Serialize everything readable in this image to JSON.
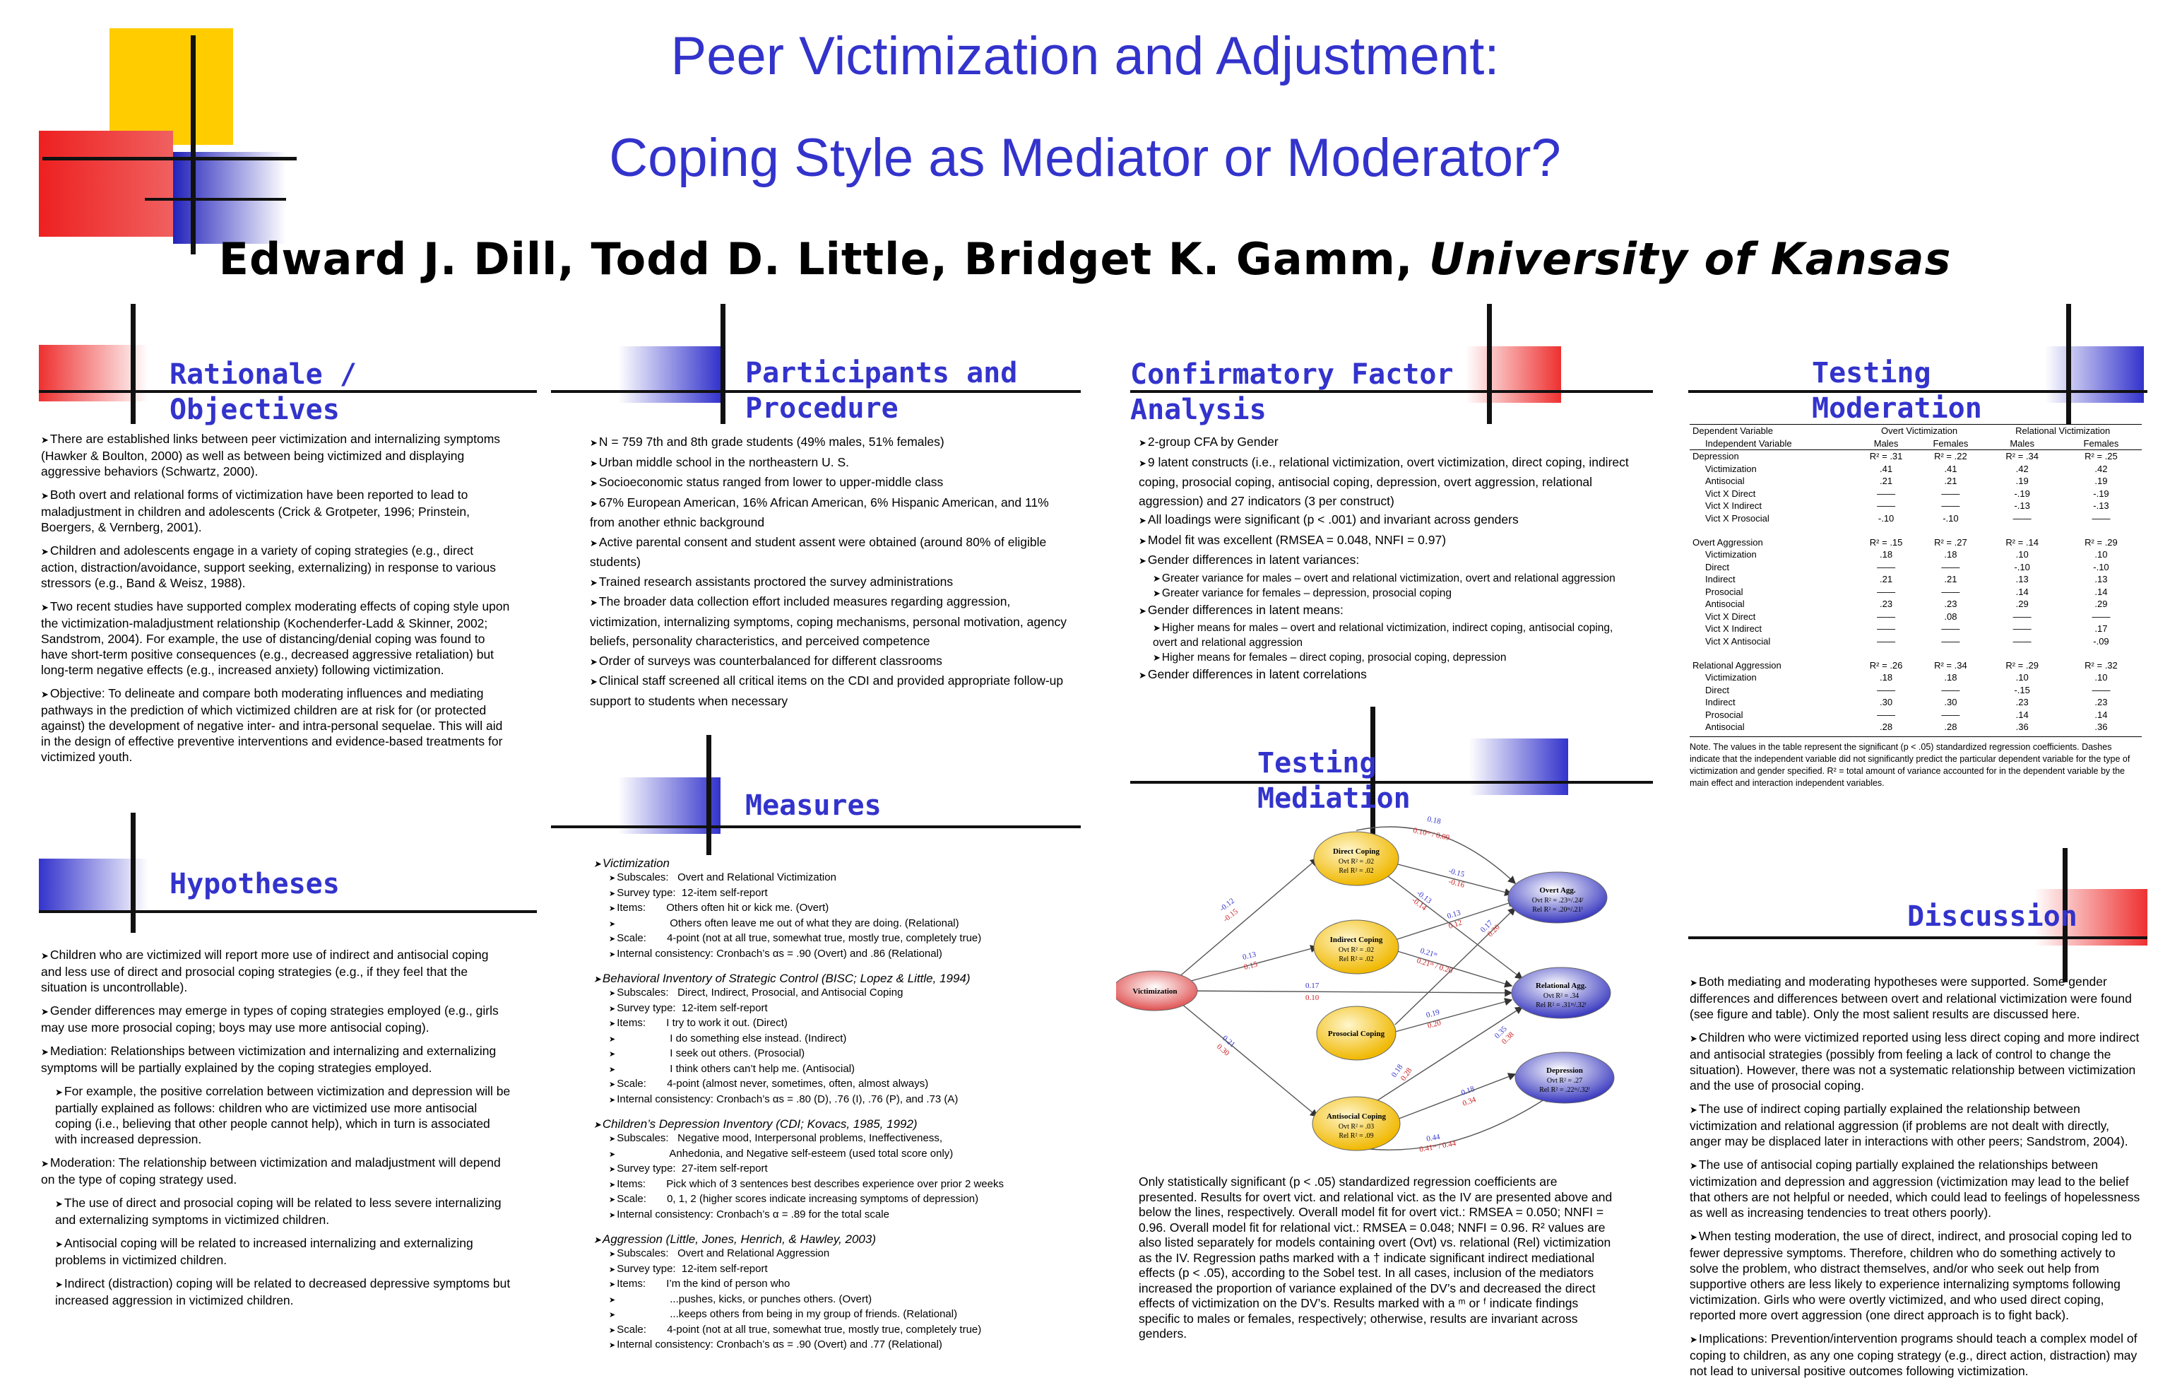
{
  "title": {
    "line1": "Peer Victimization and Adjustment:",
    "line2": "Coping Style as Mediator or Moderator?"
  },
  "authors": "Edward J. Dill, Todd D. Little, Bridget K. Gamm,",
  "affiliation": "University of Kansas",
  "colors": {
    "title_blue": "#3333cc",
    "accent_red": "#ee3030",
    "accent_yellow": "#ffcc00"
  },
  "rationale": {
    "heading": [
      "Rationale /",
      "Objectives"
    ],
    "items": [
      "There are established links between peer victimization and internalizing symptoms (Hawker & Boulton, 2000) as well as between being victimized and displaying aggressive behaviors (Schwartz, 2000).",
      "Both overt and relational forms of victimization have been reported to lead to maladjustment in children and adolescents (Crick & Grotpeter, 1996; Prinstein, Boergers, & Vernberg, 2001).",
      "Children and adolescents engage in a variety of coping strategies (e.g., direct action, distraction/avoidance, support seeking, externalizing) in response to various stressors (e.g., Band & Weisz, 1988).",
      "Two recent studies have supported complex moderating effects of coping style upon the victimization-maladjustment relationship (Kochenderfer-Ladd & Skinner, 2002; Sandstrom, 2004). For example, the use of distancing/denial coping was found to have short-term positive consequences (e.g., decreased aggressive retaliation) but long-term negative effects (e.g., increased anxiety) following victimization.",
      "Objective: To delineate and compare both moderating influences and mediating pathways in the prediction of which victimized children are at risk for (or protected against) the development of negative inter- and intra-personal sequelae. This will aid in the design of effective preventive interventions and evidence-based treatments for victimized youth."
    ]
  },
  "hypotheses": {
    "heading": "Hypotheses",
    "items": [
      {
        "indent": false,
        "text": "Children who are victimized will report more use of indirect and antisocial coping and less use of direct and prosocial coping strategies (e.g., if they feel that the situation is uncontrollable)."
      },
      {
        "indent": false,
        "text": "Gender differences may emerge in types of coping strategies employed (e.g., girls may use more prosocial coping; boys may use more antisocial coping)."
      },
      {
        "indent": false,
        "text": "Mediation: Relationships between victimization and internalizing and externalizing symptoms will be partially explained by the coping strategies employed."
      },
      {
        "indent": true,
        "text": "For example, the positive correlation between victimization and depression will be partially explained as follows: children who are victimized use more antisocial coping (i.e., believing that other people cannot help), which in turn is associated with increased depression."
      },
      {
        "indent": false,
        "text": "Moderation: The relationship between victimization and maladjustment will depend on the type of coping strategy used."
      },
      {
        "indent": true,
        "text": "The use of direct and prosocial coping will be related to less severe internalizing and externalizing symptoms in victimized children."
      },
      {
        "indent": true,
        "text": "Antisocial coping will be related to increased internalizing and externalizing problems in victimized children."
      },
      {
        "indent": true,
        "text": "Indirect (distraction) coping will be related to decreased depressive symptoms but increased aggression in victimized children."
      }
    ]
  },
  "participants": {
    "heading": [
      "Participants and",
      "Procedure"
    ],
    "items": [
      "N = 759 7th and 8th grade students (49% males, 51% females)",
      "Urban middle school in the northeastern U. S.",
      "Socioeconomic status ranged from lower to upper-middle class",
      "67% European American, 16% African American, 6% Hispanic American, and 11% from another ethnic background",
      "Active parental consent and student assent were obtained (around 80% of eligible students)",
      "Trained research assistants proctored the survey administrations",
      "The broader data collection effort included measures regarding aggression, victimization, internalizing symptoms, coping mechanisms, personal motivation, agency beliefs, personality characteristics, and perceived competence",
      "Order of surveys was counterbalanced for different classrooms",
      "Clinical staff screened all critical items on the CDI and provided appropriate follow-up support to students when necessary"
    ]
  },
  "measures": {
    "heading": "Measures",
    "blocks": [
      {
        "name": "Victimization",
        "rows": [
          "Subscales:   Overt and Relational Victimization",
          "Survey type:  12-item self-report",
          "Items:       Others often hit or kick me. (Overt)",
          "                  Others often leave me out of what they are doing. (Relational)",
          "Scale:       4-point (not at all true, somewhat true, mostly true, completely true)",
          "Internal consistency: Cronbach’s αs = .90 (Overt) and .86 (Relational)"
        ]
      },
      {
        "name": "Behavioral Inventory of Strategic Control (BISC; Lopez & Little, 1994)",
        "rows": [
          "Subscales:   Direct, Indirect, Prosocial, and Antisocial Coping",
          "Survey type:  12-item self-report",
          "Items:       I try to work it out. (Direct)",
          "                  I do something else instead. (Indirect)",
          "                  I seek out others. (Prosocial)",
          "                  I think others can’t help me. (Antisocial)",
          "Scale:       4-point (almost never, sometimes, often, almost always)",
          "Internal consistency: Cronbach’s αs = .80 (D), .76 (I), .76 (P), and .73 (A)"
        ]
      },
      {
        "name": "Children’s Depression Inventory (CDI; Kovacs, 1985, 1992)",
        "rows": [
          "Subscales:   Negative mood, Interpersonal problems, Ineffectiveness,",
          "                  Anhedonia, and Negative self-esteem (used total score only)",
          "Survey type:  27-item self-report",
          "Items:       Pick which of 3 sentences best describes experience over prior 2 weeks",
          "Scale:       0, 1, 2 (higher scores indicate increasing symptoms of depression)",
          "Internal consistency: Cronbach’s α = .89 for the total scale"
        ]
      },
      {
        "name": "Aggression (Little, Jones, Henrich, & Hawley, 2003)",
        "rows": [
          "Subscales:   Overt and Relational Aggression",
          "Survey type:  12-item self-report",
          "Items:       I’m the kind of person who",
          "                  ...pushes, kicks, or punches others. (Overt)",
          "                  ...keeps others from being in my group of friends. (Relational)",
          "Scale:       4-point (not at all true, somewhat true, mostly true, completely true)",
          "Internal consistency: Cronbach’s αs = .90 (Overt) and .77 (Relational)"
        ]
      }
    ]
  },
  "cfa": {
    "heading": [
      "Confirmatory Factor",
      "Analysis"
    ],
    "items": [
      {
        "level": 0,
        "text": "2-group CFA by Gender"
      },
      {
        "level": 0,
        "text": "9 latent constructs (i.e., relational victimization, overt victimization, direct coping, indirect coping, prosocial coping, antisocial coping, depression, overt aggression, relational aggression) and 27 indicators (3 per construct)"
      },
      {
        "level": 0,
        "text": "All loadings were significant (p < .001) and invariant across genders"
      },
      {
        "level": 0,
        "text": "Model fit was excellent (RMSEA = 0.048, NNFI = 0.97)"
      },
      {
        "level": 0,
        "text": "Gender differences in latent variances:"
      },
      {
        "level": 1,
        "text": "Greater variance for males – overt and relational victimization, overt and relational aggression"
      },
      {
        "level": 1,
        "text": "Greater variance for females – depression, prosocial coping"
      },
      {
        "level": 0,
        "text": "Gender differences in latent means:"
      },
      {
        "level": 1,
        "text": "Higher means for males – overt and relational victimization, indirect coping, antisocial coping, overt and relational aggression"
      },
      {
        "level": 1,
        "text": "Higher means for females – direct coping, prosocial coping, depression"
      },
      {
        "level": 0,
        "text": "Gender differences in latent correlations"
      }
    ]
  },
  "mediation": {
    "heading": [
      "Testing",
      "Mediation"
    ],
    "nodes": {
      "victimization": "Victimization",
      "direct": {
        "name": "Direct Coping",
        "ovt": "Ovt R² = .02",
        "rel": "Rel R² = .02"
      },
      "indirect": {
        "name": "Indirect Coping",
        "ovt": "Ovt R² = .02",
        "rel": "Rel R² = .02"
      },
      "prosocial": {
        "name": "Prosocial Coping"
      },
      "antisocial": {
        "name": "Antisocial Coping",
        "ovt": "Ovt R² = .03",
        "rel": "Rel R² = .09"
      },
      "overt_agg": {
        "name": "Overt Agg.",
        "ovt": "Ovt R² = .23ᵐ/.24ᶠ",
        "rel": "Rel R² = .20ᵐ/.21ᶠ"
      },
      "rel_agg": {
        "name": "Relational Agg.",
        "ovt": "Ovt R² = .34",
        "rel": "Rel R² = .31ᵐ/.32ᶠ"
      },
      "depression": {
        "name": "Depression",
        "ovt": "Ovt R² = .27",
        "rel": "Rel R² = .22ᵐ/.32ᶠ"
      }
    },
    "paths": {
      "vic_direct": [
        "-0.12",
        "-0.15"
      ],
      "vic_indirect": [
        "0.13",
        "0.15"
      ],
      "vic_relagg": [
        "0.17",
        "0.10"
      ],
      "vic_antisocial": [
        "0.21",
        "0.30"
      ],
      "direct_overt_top": [
        "0.18",
        "0.10ᵐ / 0.09"
      ],
      "direct_overt": [
        "-0.15",
        "-0.16"
      ],
      "direct_relagg": [
        "-0.13",
        "-0.14"
      ],
      "indirect_overt": [
        "0.13",
        "0.12"
      ],
      "indirect_relagg": [
        "0.21ᵐ",
        "0.21ᵐ / 0.20"
      ],
      "indirect_dep": [
        "0.19",
        "0.20"
      ],
      "prosocial_overt": [
        "0.17",
        "0.20"
      ],
      "antisocial_relagg": [
        "0.18",
        "0.28"
      ],
      "antisocial_overt": [
        "0.35",
        "0.38"
      ],
      "antisocial_dep": [
        "0.18",
        "0.34"
      ],
      "antisocial_dep2": [
        "0.44",
        "0.41ᵐ / 0.44"
      ]
    },
    "caption": "Only statistically significant (p < .05) standardized regression coefficients are presented. Results for overt vict. and relational vict. as the IV are presented above and below the lines, respectively. Overall model fit for overt vict.: RMSEA = 0.050; NNFI = 0.96. Overall model fit for relational vict.: RMSEA = 0.048; NNFI = 0.96. R² values are also listed separately for models containing overt (Ovt) vs. relational (Rel) victimization as the IV. Regression paths marked with a † indicate significant indirect mediational effects (p < .05), according to the Sobel test. In all cases, inclusion of the mediators increased the proportion of variance explained of the DV’s and decreased the direct effects of victimization on the DV’s. Results marked with a ᵐ or ᶠ indicate findings specific to males or females, respectively; otherwise, results are invariant across genders."
  },
  "moderation": {
    "heading": [
      "Testing",
      "Moderation"
    ],
    "group_headers": [
      "Overt Victimization",
      "Relational Victimization"
    ],
    "col_labels": [
      "Dependent Variable",
      "Independent Variable",
      "Males",
      "Females",
      "Males",
      "Females"
    ],
    "rows": [
      {
        "dv": true,
        "label": "Depression",
        "v": [
          "R² = .31",
          "R² = .22",
          "R² = .34",
          "R² = .25"
        ]
      },
      {
        "dv": false,
        "label": "Victimization",
        "v": [
          ".41",
          ".41",
          ".42",
          ".42"
        ]
      },
      {
        "dv": false,
        "label": "Antisocial",
        "v": [
          ".21",
          ".21",
          ".19",
          ".19"
        ]
      },
      {
        "dv": false,
        "label": "Vict X Direct",
        "v": [
          "——",
          "——",
          "-.19",
          "-.19"
        ]
      },
      {
        "dv": false,
        "label": "Vict X Indirect",
        "v": [
          "——",
          "——",
          "-.13",
          "-.13"
        ]
      },
      {
        "dv": false,
        "label": "Vict X Prosocial",
        "v": [
          "-.10",
          "-.10",
          "——",
          "——"
        ]
      },
      {
        "dv": true,
        "label": "Overt Aggression",
        "v": [
          "R² = .15",
          "R² = .27",
          "R² = .14",
          "R² = .29"
        ]
      },
      {
        "dv": false,
        "label": "Victimization",
        "v": [
          ".18",
          ".18",
          ".10",
          ".10"
        ]
      },
      {
        "dv": false,
        "label": "Direct",
        "v": [
          "——",
          "——",
          "-.10",
          "-.10"
        ]
      },
      {
        "dv": false,
        "label": "Indirect",
        "v": [
          ".21",
          ".21",
          ".13",
          ".13"
        ]
      },
      {
        "dv": false,
        "label": "Prosocial",
        "v": [
          "——",
          "——",
          ".14",
          ".14"
        ]
      },
      {
        "dv": false,
        "label": "Antisocial",
        "v": [
          ".23",
          ".23",
          ".29",
          ".29"
        ]
      },
      {
        "dv": false,
        "label": "Vict X Direct",
        "v": [
          "——",
          ".08",
          "——",
          "——"
        ]
      },
      {
        "dv": false,
        "label": "Vict X Indirect",
        "v": [
          "——",
          "——",
          "——",
          ".17"
        ]
      },
      {
        "dv": false,
        "label": "Vict X Antisocial",
        "v": [
          "——",
          "——",
          "——",
          "-.09"
        ]
      },
      {
        "dv": true,
        "label": "Relational Aggression",
        "v": [
          "R² = .26",
          "R² = .34",
          "R² = .29",
          "R² = .32"
        ]
      },
      {
        "dv": false,
        "label": "Victimization",
        "v": [
          ".18",
          ".18",
          ".10",
          ".10"
        ]
      },
      {
        "dv": false,
        "label": "Direct",
        "v": [
          "——",
          "——",
          "-.15",
          "——"
        ]
      },
      {
        "dv": false,
        "label": "Indirect",
        "v": [
          ".30",
          ".30",
          ".23",
          ".23"
        ]
      },
      {
        "dv": false,
        "label": "Prosocial",
        "v": [
          "——",
          "——",
          ".14",
          ".14"
        ]
      },
      {
        "dv": false,
        "label": "Antisocial",
        "v": [
          ".28",
          ".28",
          ".36",
          ".36"
        ]
      }
    ],
    "note": "Note. The values in the table represent the significant (p < .05) standardized regression coefficients. Dashes indicate that the independent variable did not significantly predict the particular dependent variable for the type of victimization and gender specified. R² = total amount of variance accounted for in the dependent variable by the main effect and interaction independent variables."
  },
  "discussion": {
    "heading": "Discussion",
    "items": [
      "Both mediating and moderating hypotheses were supported. Some gender differences and differences between overt and relational victimization were found (see figure and table). Only the most salient results are discussed here.",
      "Children who were victimized reported using less direct coping and more indirect and antisocial strategies (possibly from feeling a lack of control to change the situation). However, there was not a systematic relationship between victimization and the use of prosocial coping.",
      "The use of indirect coping partially explained the relationship between victimization and relational aggression (if problems are not dealt with directly, anger may be displaced later in interactions with other peers; Sandstrom, 2004).",
      "The use of antisocial coping partially explained the relationships between victimization and depression and aggression (victimization may lead to the belief that others are not helpful or needed, which could lead to feelings of hopelessness as well as increasing tendencies to treat others poorly).",
      "When testing moderation, the use of direct, indirect, and prosocial coping led to fewer depressive symptoms. Therefore, children who do something actively to solve the problem, who distract themselves, and/or who seek out help from supportive others are less likely to experience internalizing symptoms following victimization. Girls who were overtly victimized, and who used direct coping, reported more overt aggression (one direct approach is to fight back).",
      "Implications: Prevention/intervention programs should teach a complex model of coping to children, as any one coping strategy (e.g., direct action, distraction) may not lead to universal positive outcomes following victimization."
    ]
  }
}
